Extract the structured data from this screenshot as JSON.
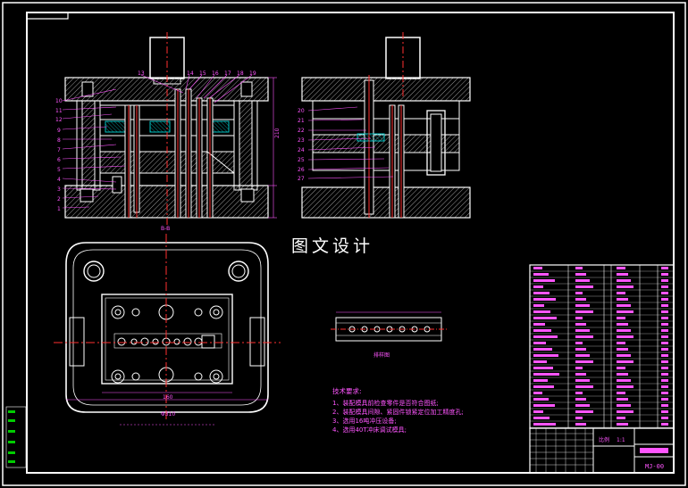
{
  "drawing": {
    "title": "图文设计",
    "section_label": "B-B",
    "strip_label": "排样图",
    "scale": "1:1"
  },
  "tech_requirements": {
    "heading": "技术要求:",
    "items": [
      "1、装配模具前检查零件是否符合图纸;",
      "2、装配模具间隙、紧固件锁紧定位加工精度孔;",
      "3、选用16吨冲压设备;",
      "4、选用40T冲床调试模具;"
    ]
  },
  "part_numbers_left": [
    "10",
    "11",
    "12",
    "9",
    "8",
    "7",
    "6",
    "5",
    "4",
    "3",
    "2",
    "1"
  ],
  "part_numbers_top": [
    "13",
    "14",
    "15",
    "16",
    "17",
    "18",
    "19"
  ],
  "part_numbers_right": [
    "20",
    "21",
    "22",
    "23",
    "24",
    "25",
    "26",
    "27"
  ],
  "dimensions": {
    "overall_width": "Φ310",
    "inner_width": "160",
    "height_a": "210"
  },
  "title_block": {
    "drawing_no": "MJ-00",
    "scale_label": "比例",
    "scale_value": "1:1"
  },
  "colors": {
    "background": "#000000",
    "frame": "#ffffff",
    "geometry": "#c8c8c8",
    "dimension": "#ff55ff",
    "centerline": "#ff3030",
    "accent_green": "#00cc00",
    "accent_cyan": "#00c0c0"
  }
}
